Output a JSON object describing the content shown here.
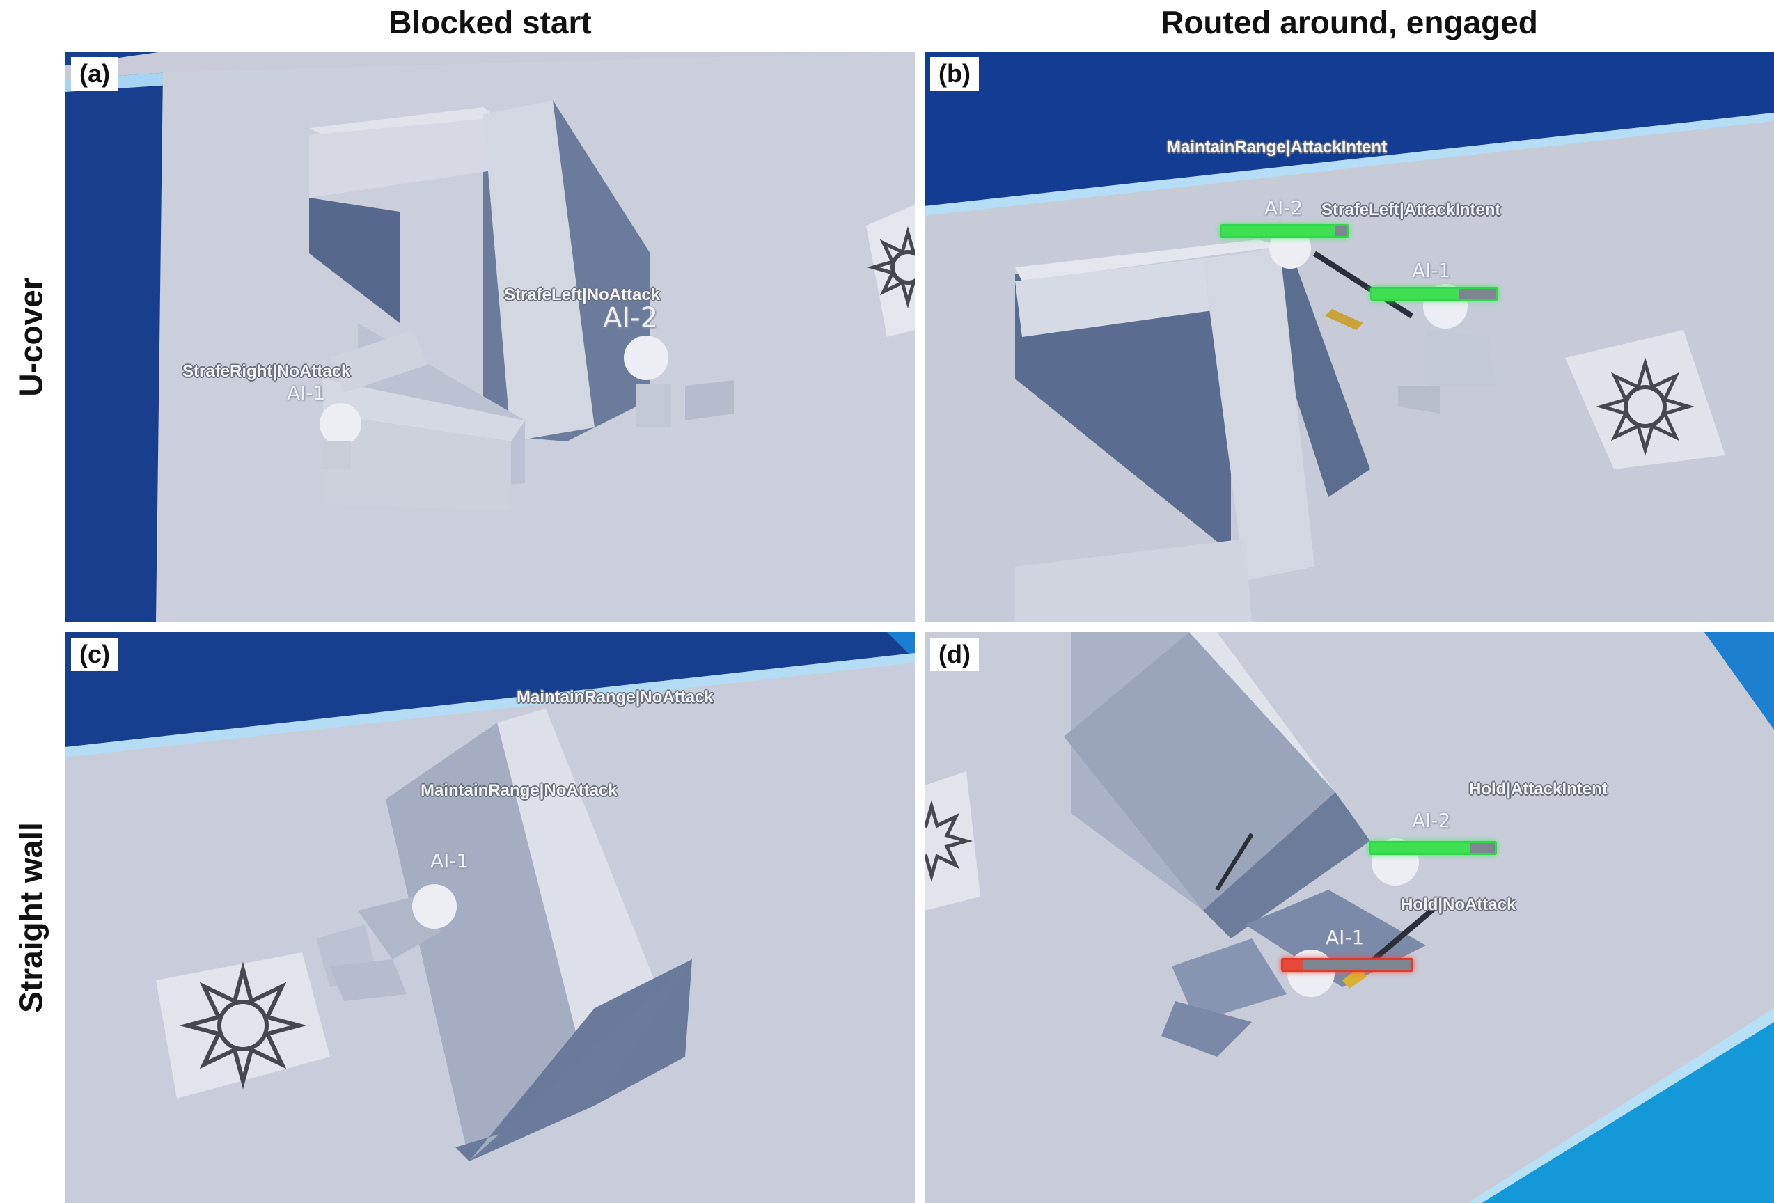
{
  "columns": {
    "left": "Blocked start",
    "right": "Routed around, engaged"
  },
  "rows": {
    "top": "U-cover",
    "bottom": "Straight wall"
  },
  "panels": {
    "a": {
      "label": "(a)",
      "states": {
        "ai2": "StrafeLeft|NoAttack",
        "ai1": "StrafeRight|NoAttack"
      },
      "names": {
        "ai2": "AI-2",
        "ai1": "AI-1"
      }
    },
    "b": {
      "label": "(b)",
      "states": {
        "top": "MaintainRange|AttackIntent",
        "ai2": "StrafeLeft|AttackIntent"
      },
      "names": {
        "ai2": "AI-2",
        "ai1": "AI-1"
      },
      "health": {
        "ai2": 0.9,
        "ai1": 0.7
      }
    },
    "c": {
      "label": "(c)",
      "states": {
        "top": "MaintainRange|NoAttack",
        "ai1": "MaintainRange|NoAttack"
      },
      "names": {
        "ai1": "AI-1"
      }
    },
    "d": {
      "label": "(d)",
      "states": {
        "ai2": "Hold|AttackIntent",
        "ai1": "Hold|NoAttack"
      },
      "names": {
        "ai2": "AI-2",
        "ai1": "AI-1"
      },
      "health": {
        "ai2": 0.8,
        "ai1": 0.15
      }
    }
  },
  "colors": {
    "floor": "#c8ccd8",
    "sky": "#163f94",
    "health_good": "#3ee052",
    "health_low": "#e84a3a"
  },
  "icons": [
    "spawn-star-icon"
  ]
}
